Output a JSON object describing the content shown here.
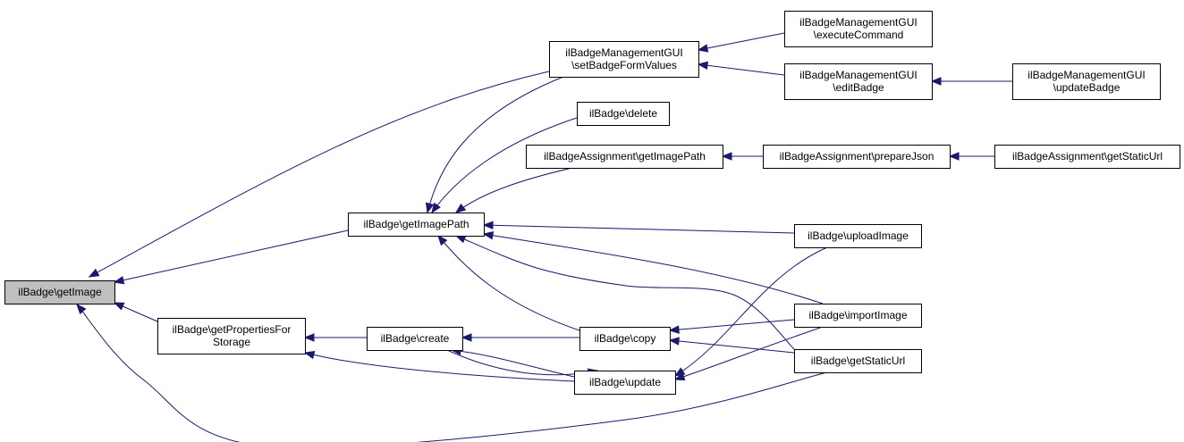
{
  "diagram": {
    "nodes": [
      {
        "id": "getImage",
        "lines": [
          "ilBadge\\getImage"
        ],
        "root": true
      },
      {
        "id": "setBadgeFormValues",
        "lines": [
          "ilBadgeManagementGUI",
          "\\setBadgeFormValues"
        ]
      },
      {
        "id": "getImagePath",
        "lines": [
          "ilBadge\\getImagePath"
        ]
      },
      {
        "id": "getPropertiesForStorage",
        "lines": [
          "ilBadge\\getPropertiesFor",
          "Storage"
        ]
      },
      {
        "id": "create",
        "lines": [
          "ilBadge\\create"
        ]
      },
      {
        "id": "executeCommand",
        "lines": [
          "ilBadgeManagementGUI",
          "\\executeCommand"
        ]
      },
      {
        "id": "editBadge",
        "lines": [
          "ilBadgeManagementGUI",
          "\\editBadge"
        ]
      },
      {
        "id": "delete",
        "lines": [
          "ilBadge\\delete"
        ]
      },
      {
        "id": "assignGetImagePath",
        "lines": [
          "ilBadgeAssignment\\getImagePath"
        ]
      },
      {
        "id": "copy",
        "lines": [
          "ilBadge\\copy"
        ]
      },
      {
        "id": "update",
        "lines": [
          "ilBadge\\update"
        ]
      },
      {
        "id": "prepareJson",
        "lines": [
          "ilBadgeAssignment\\prepareJson"
        ]
      },
      {
        "id": "uploadImage",
        "lines": [
          "ilBadge\\uploadImage"
        ]
      },
      {
        "id": "importImage",
        "lines": [
          "ilBadge\\importImage"
        ]
      },
      {
        "id": "getStaticUrl",
        "lines": [
          "ilBadge\\getStaticUrl"
        ]
      },
      {
        "id": "updateBadge",
        "lines": [
          "ilBadgeManagementGUI",
          "\\updateBadge"
        ]
      },
      {
        "id": "assignGetStaticUrl",
        "lines": [
          "ilBadgeAssignment\\getStaticUrl"
        ]
      }
    ],
    "edges": [
      {
        "from": "setBadgeFormValues",
        "to": "getImage"
      },
      {
        "from": "getImagePath",
        "to": "getImage"
      },
      {
        "from": "getPropertiesForStorage",
        "to": "getImage"
      },
      {
        "from": "getStaticUrl",
        "to": "getImage"
      },
      {
        "from": "executeCommand",
        "to": "setBadgeFormValues"
      },
      {
        "from": "editBadge",
        "to": "setBadgeFormValues"
      },
      {
        "from": "updateBadge",
        "to": "editBadge"
      },
      {
        "from": "setBadgeFormValues",
        "to": "getImagePath"
      },
      {
        "from": "delete",
        "to": "getImagePath"
      },
      {
        "from": "assignGetImagePath",
        "to": "getImagePath"
      },
      {
        "from": "uploadImage",
        "to": "getImagePath"
      },
      {
        "from": "importImage",
        "to": "getImagePath"
      },
      {
        "from": "getStaticUrl",
        "to": "getImagePath"
      },
      {
        "from": "copy",
        "to": "getImagePath"
      },
      {
        "from": "prepareJson",
        "to": "assignGetImagePath"
      },
      {
        "from": "assignGetStaticUrl",
        "to": "prepareJson"
      },
      {
        "from": "create",
        "to": "getPropertiesForStorage"
      },
      {
        "from": "update",
        "to": "getPropertiesForStorage"
      },
      {
        "from": "copy",
        "to": "create"
      },
      {
        "from": "update",
        "to": "create"
      },
      {
        "from": "create",
        "to": "update"
      },
      {
        "from": "importImage",
        "to": "copy"
      },
      {
        "from": "getStaticUrl",
        "to": "copy"
      },
      {
        "from": "uploadImage",
        "to": "update"
      },
      {
        "from": "importImage",
        "to": "update"
      }
    ]
  }
}
